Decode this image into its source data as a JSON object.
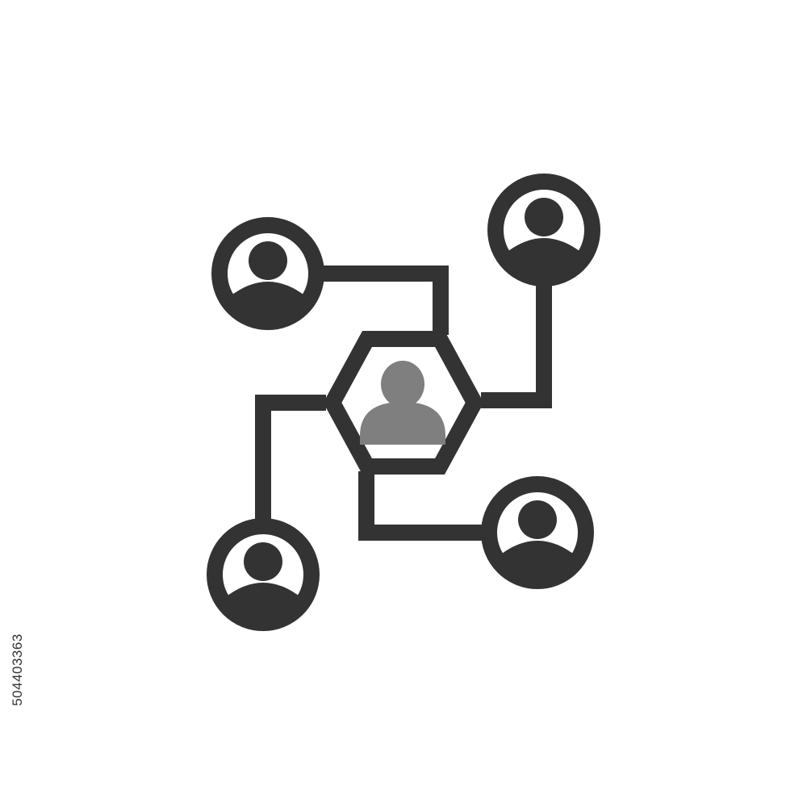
{
  "image": {
    "icon_name": "people-network-icon",
    "stock_id": "504403363"
  },
  "colors": {
    "background": "#ffffff",
    "stroke": "#333333",
    "center_fill": "#7f7f7f",
    "hexagon_fill": "#ffffff"
  },
  "nodes": [
    {
      "name": "user-node-top-left",
      "icon": "user-circle-icon"
    },
    {
      "name": "user-node-top-right",
      "icon": "user-circle-icon"
    },
    {
      "name": "user-node-bottom-left",
      "icon": "user-circle-icon"
    },
    {
      "name": "user-node-bottom-right",
      "icon": "user-circle-icon"
    }
  ],
  "center": {
    "name": "center-hexagon",
    "icon": "person-icon"
  }
}
